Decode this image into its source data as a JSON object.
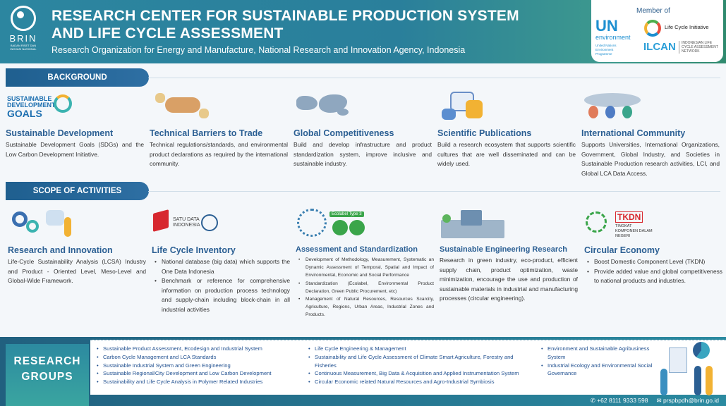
{
  "header": {
    "org_logo": "BRIN",
    "org_logo_sub": "BADAN RISET DAN INOVASI NASIONAL",
    "title_line1": "RESEARCH CENTER FOR SUSTAINABLE PRODUCTION SYSTEM",
    "title_line2": "AND LIFE CYCLE ASSESSMENT",
    "subtitle": "Research Organization for Energy and Manufacture, National Research and Innovation Agency, Indonesia",
    "member_of": "Member of",
    "un_logo": "UN",
    "un_env": "environment",
    "unep": "United Nations Environment Programme",
    "lci": "Life Cycle Initiative",
    "ilcan": "ILCAN",
    "ilcan_sub": "INDONESIAN LIFE CYCLE ASSESSMENT NETWORK"
  },
  "background": {
    "label": "BACKGROUND",
    "items": [
      {
        "title": "Sustainable Development",
        "text": "Sustainable Development Goals (SDGs) and the Low Carbon Development Initiative.",
        "icon": "sdg-goals-icon"
      },
      {
        "title": "Technical Barriers to Trade",
        "text": "Technical regulations/standards, and environmental product declarations as required by the international community.",
        "icon": "handshake-icon"
      },
      {
        "title": "Global Competitiveness",
        "text": "Build and develop infrastructure and product standardization system, improve inclusive and sustainable industry.",
        "icon": "world-map-icon"
      },
      {
        "title": "Scientific Publications",
        "text": "Build a research ecosystem that supports scientific cultures that are well disseminated and can be widely used.",
        "icon": "publications-icon"
      },
      {
        "title": "International Community",
        "text": "Supports Universities, International Organizations, Government, Global Industry, and Societies in Sustainable Production research activities, LCI, and Global LCA Data Access.",
        "icon": "community-icon"
      }
    ]
  },
  "scope": {
    "label": "SCOPE OF ACTIVITIES",
    "research": {
      "title": "Research and Innovation",
      "text": "Life-Cycle Sustainability Analysis (LCSA) Industry and Product - Oriented Level, Meso-Level and Global-Wide Framework."
    },
    "lci": {
      "title": "Life Cycle Inventory",
      "logo": "SATU DATA INDONESIA",
      "bullets": [
        "National database (big data) which supports the One Data Indonesia",
        "Benchmark or reference for comprehensive information on production process technology and supply-chain including block-chain in all industrial activities"
      ]
    },
    "assessment": {
      "title": "Assessment and Standardization",
      "badge": "Ecolabel Type 3",
      "bullets": [
        "Development of Methodology, Measurement, Systematic an Dynamic Assessment of Temporal, Spatial and Impact of Environmental, Economic and Social Performance",
        "Standardization (Ecolabel, Environmental Product Declaration, Green Public Procurement, etc)",
        "Management of Natural Resources, Resources Scarcity, Agriculture, Regions, Urban Areas, Industrial Zones and Products."
      ]
    },
    "engineering": {
      "title": "Sustainable Engineering Research",
      "text": "Research in green industry, eco-product, efficient supply chain, product optimization, waste minimization, encourage the use and production of sustainable materials in industrial and manufacturing processes (circular engineering)."
    },
    "circular": {
      "title": "Circular Economy",
      "logo": "TKDN",
      "logo_sub": "TINGKAT KOMPONEN DALAM NEGERI",
      "bullets": [
        "Boost Domestic Component Level (TKDN)",
        "Provide added value and global competitiveness to national products and industries."
      ]
    }
  },
  "research_groups": {
    "label_line1": "RESEARCH",
    "label_line2": "GROUPS",
    "col1": [
      "Sustainable Product Assessment, Ecodesign and Industrial System",
      "Carbon Cycle Management and LCA Standards",
      "Sustainable Industrial System and Green Engineering",
      "Sustainable Regional/City Development and Low Carbon Development",
      "Sustainability and Life Cycle Analysis in Polymer Related Industries"
    ],
    "col2": [
      "Life Cycle Engineering & Management",
      "Sustainability and Life Cycle Assessment of Climate Smart Agriculture, Forestry and Fisheries",
      "Continuous Measurement, Big Data & Acquisition and Applied Instrumentation System",
      "Circular Economic related Natural Resources and Agro-Industrial Symbiosis"
    ],
    "col3": [
      "Environment and Sustainable Agribusiness System",
      "Industrial Ecology and Environmental Social Governance"
    ]
  },
  "footer": {
    "phone": "+62 8111 9333 598",
    "email": "prspbpdh@brin.go.id"
  },
  "colors": {
    "accent": "#2b5f93",
    "teal": "#2c8aa0"
  }
}
